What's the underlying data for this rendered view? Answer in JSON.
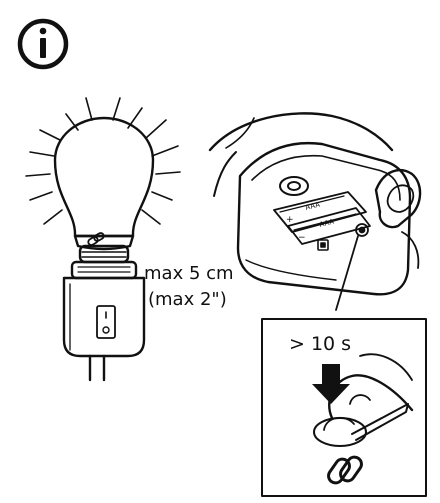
{
  "info_icon": {
    "icon": "info-icon"
  },
  "distance": {
    "metric": "max 5 cm",
    "imperial": "(max 2\")"
  },
  "remote": {
    "battery_1": "AAA",
    "battery_2": "AAA",
    "plus_sign": "+",
    "minus_sign": "−"
  },
  "detail": {
    "hold_time": "> 10 s"
  }
}
